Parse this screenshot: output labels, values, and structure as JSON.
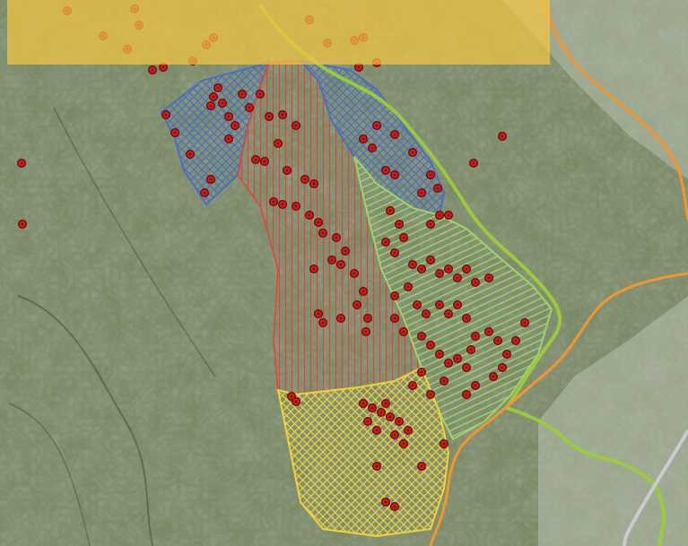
{
  "map": {
    "basemap": "satellite-imagery",
    "colors": {
      "terrain_base": "#6f7f5e",
      "terrain_light": "#a3ad92",
      "terrain_dark": "#4d5a3f",
      "highlight_banner": "#f4c542",
      "point_marker": "#d7191c",
      "point_marker_ring": "#5a0a0a",
      "zone_blue": "#4a6fc2",
      "zone_red": "#e0453b",
      "zone_green": "#9fd46a",
      "zone_yellow": "#f0d23c",
      "boundary_orange": "#f2962d",
      "river_green": "#9ccc3a",
      "road_gray": "#c9cbcc"
    },
    "zones": [
      {
        "id": "blue",
        "fill": "crosshatch"
      },
      {
        "id": "red",
        "fill": "vertical-hatch"
      },
      {
        "id": "green",
        "fill": "horizontal-hatch"
      },
      {
        "id": "yellow",
        "fill": "crosshatch"
      }
    ],
    "point_marker_icon": "red-dot-marker"
  }
}
